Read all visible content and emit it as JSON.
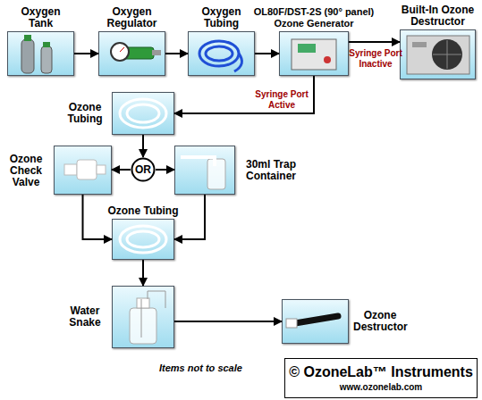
{
  "diagram": {
    "nodes": [
      {
        "text": [
          "Oxygen Tank"
        ]
      },
      {
        "text": [
          "Oxygen Regulator"
        ]
      },
      {
        "text": [
          "Oxygen Tubing"
        ]
      },
      {
        "text": [
          "OL80F/DST-2S (90° panel) Ozone Generator"
        ]
      },
      {
        "text": [
          "Built-In Ozone Destructor"
        ]
      },
      {
        "text": [
          "Ozone Tubing"
        ]
      },
      {
        "text": [
          "Ozone Check Valve"
        ]
      },
      {
        "text": [
          "OR"
        ]
      },
      {
        "text": [
          "30ml Trap Container"
        ]
      },
      {
        "text": [
          "Ozone Tubing"
        ]
      },
      {
        "text": [
          "Water Snake"
        ]
      },
      {
        "text": [
          "Ozone Destructor"
        ]
      },
      {
        "text": [
          "© OzoneLab™ Instruments",
          "www.ozonelab.com"
        ]
      }
    ],
    "edges": [
      {
        "from": 0,
        "to": 1,
        "arrow": "to"
      },
      {
        "from": 1,
        "to": 2,
        "arrow": "to"
      },
      {
        "from": 2,
        "to": 3,
        "arrow": "to"
      },
      {
        "from": 3,
        "to": 4,
        "arrow": "to",
        "label": "Syringe Port Inactive"
      },
      {
        "from": 3,
        "to": 5,
        "arrow": "to",
        "label": "Syringe Port Active"
      },
      {
        "from": 5,
        "to": 7,
        "arrow": "to"
      },
      {
        "from": 7,
        "to": 6,
        "arrow": "to"
      },
      {
        "from": 7,
        "to": 8,
        "arrow": "to"
      },
      {
        "from": 6,
        "to": 9,
        "arrow": "to"
      },
      {
        "from": 8,
        "to": 9,
        "arrow": "to"
      },
      {
        "from": 9,
        "to": 10,
        "arrow": "to"
      },
      {
        "from": 10,
        "to": 11,
        "arrow": "to"
      }
    ],
    "labels": [
      "Items not to scale"
    ]
  }
}
